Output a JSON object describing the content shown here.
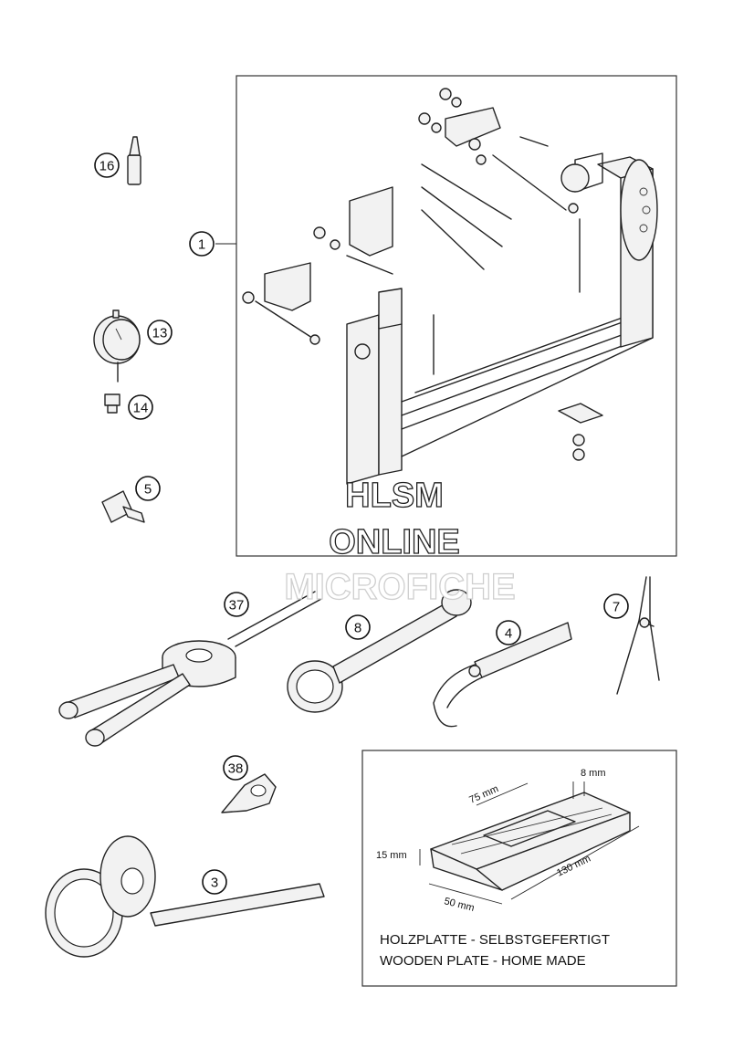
{
  "callouts": [
    {
      "id": "callout-1",
      "label": "1"
    },
    {
      "id": "callout-16",
      "label": "16"
    },
    {
      "id": "callout-13",
      "label": "13"
    },
    {
      "id": "callout-14",
      "label": "14"
    },
    {
      "id": "callout-5",
      "label": "5"
    },
    {
      "id": "callout-37",
      "label": "37"
    },
    {
      "id": "callout-8",
      "label": "8"
    },
    {
      "id": "callout-4",
      "label": "4"
    },
    {
      "id": "callout-7",
      "label": "7"
    },
    {
      "id": "callout-38",
      "label": "38"
    },
    {
      "id": "callout-3",
      "label": "3"
    }
  ],
  "wooden_plate": {
    "dim_8": "8 mm",
    "dim_75": "75 mm",
    "dim_15": "15 mm",
    "dim_130": "130 mm",
    "dim_50": "50 mm",
    "caption_de": "HOLZPLATTE - SELBSTGEFERTIGT",
    "caption_en": "WOODEN PLATE - HOME MADE"
  },
  "watermark": {
    "line1": "HLSM",
    "line2": "ONLINE",
    "line3": "MICROFICHE"
  }
}
